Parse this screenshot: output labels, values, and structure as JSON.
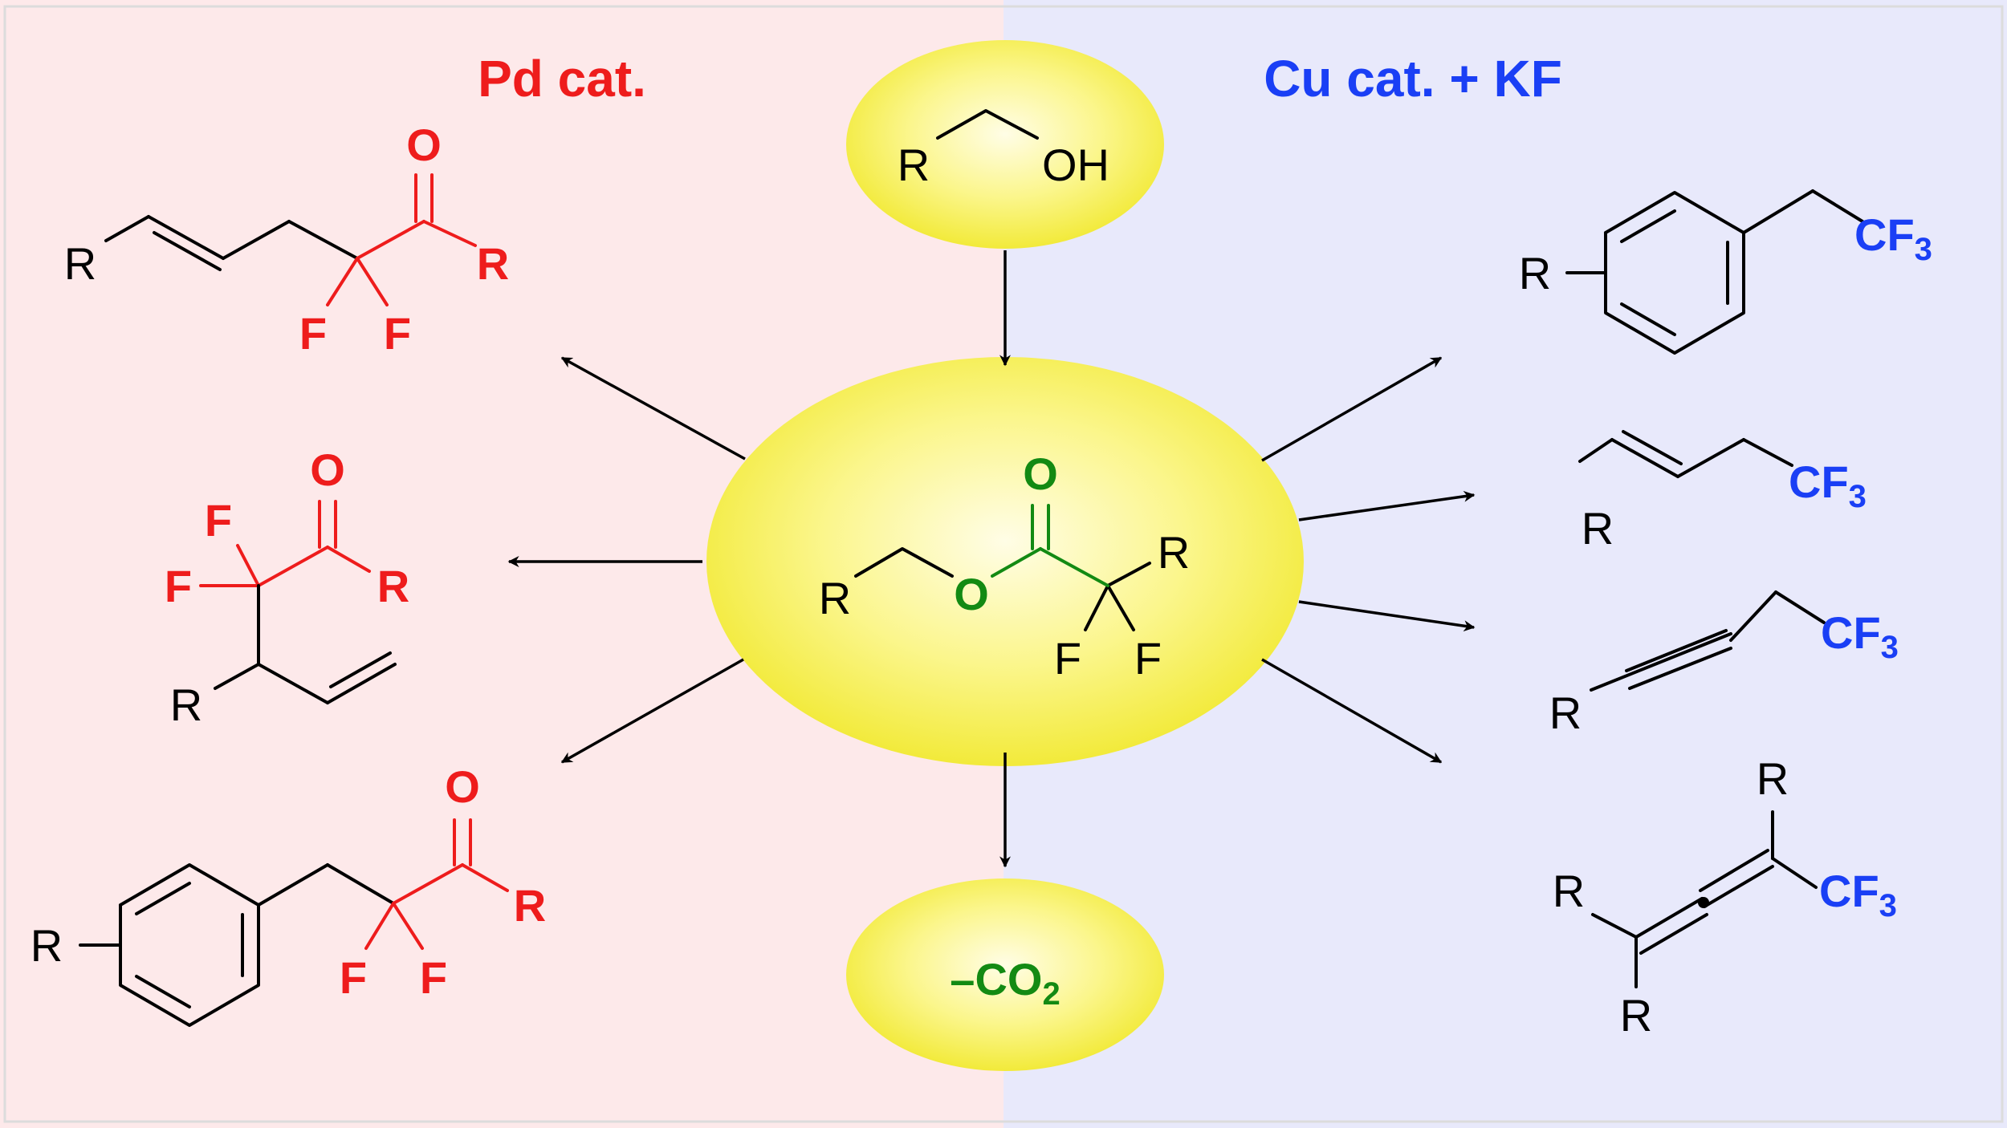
{
  "colors": {
    "left_panel_bg": "#fde9ea",
    "right_panel_bg": "#e8e9fb",
    "pd_red": "#ee1c1c",
    "cu_blue": "#1a3ff5",
    "carbonyl_green": "#138a13",
    "ellipse_yellow": "#f6f060"
  },
  "headers": {
    "pd": "Pd cat.",
    "cu": "Cu cat. + KF"
  },
  "alcohol": {
    "r": "R",
    "oh": "OH"
  },
  "ester": {
    "o_carbonyl": "O",
    "r_left": "R",
    "o_ether": "O",
    "r_right": "R",
    "f1": "F",
    "f2": "F"
  },
  "byproduct": {
    "prefix": "–CO",
    "sub": "2"
  },
  "pd_products": [
    {
      "r_left": "R",
      "o": "O",
      "r_right": "R",
      "f1": "F",
      "f2": "F"
    },
    {
      "o": "O",
      "f_top": "F",
      "f_left": "F",
      "r_right": "R",
      "r_bottom": "R"
    },
    {
      "r_ring": "R",
      "o": "O",
      "r_right": "R",
      "f1": "F",
      "f2": "F"
    }
  ],
  "cu_products": [
    {
      "r_ring": "R",
      "cf": "CF",
      "sub": "3"
    },
    {
      "r": "R",
      "cf": "CF",
      "sub": "3"
    },
    {
      "r": "R",
      "cf": "CF",
      "sub": "3"
    },
    {
      "r_top": "R",
      "r_left": "R",
      "r_bottom": "R",
      "cf": "CF",
      "sub": "3"
    }
  ]
}
